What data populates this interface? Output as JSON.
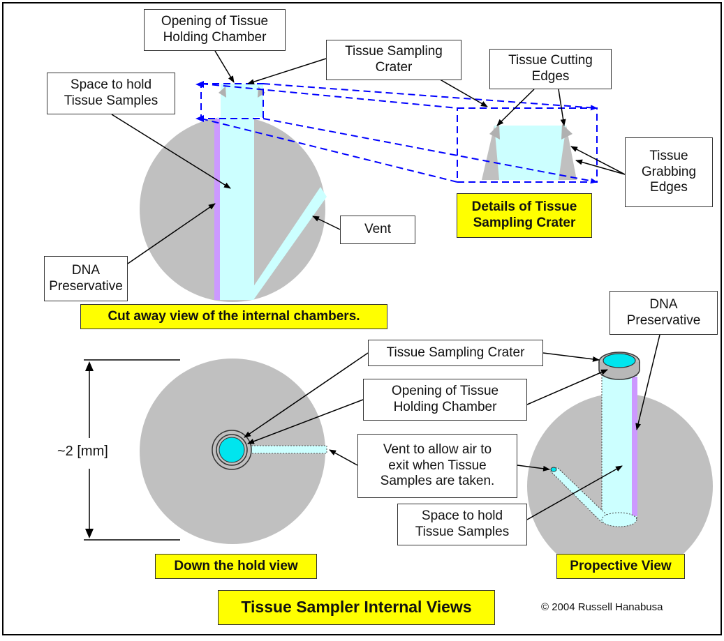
{
  "callouts": {
    "opening_top": "Opening of Tissue\nHolding Chamber",
    "crater_top": "Tissue Sampling\nCrater",
    "space_top": "Space to hold\nTissue Samples",
    "cutting_edges": "Tissue Cutting\nEdges",
    "grabbing_edges": "Tissue\nGrabbing\nEdges",
    "vent": "Vent",
    "dna_top": "DNA\nPreservative",
    "crater_bottom": "Tissue Sampling Crater",
    "opening_bottom": "Opening of Tissue\nHolding Chamber",
    "vent_bottom": "Vent to allow air to\nexit when Tissue\nSamples are taken.",
    "space_bottom": "Space to hold\nTissue Samples",
    "dna_right": "DNA\nPreservative"
  },
  "labels": {
    "details": "Details of Tissue\nSampling Crater",
    "cutaway": "Cut away view of the internal chambers.",
    "down_view": "Down the hold view",
    "perspective": "Propective View",
    "main_title": "Tissue Sampler Internal Views"
  },
  "dimension": "~2 [mm]",
  "copyright": "© 2004 Russell Hanabusa",
  "colors": {
    "body_gray": "#c0c0c0",
    "chamber": "#ccffff",
    "preservative": "#cc99ff",
    "crater_cyan": "#00e5ee",
    "highlight": "#ffff00",
    "dash": "#0000ff"
  }
}
